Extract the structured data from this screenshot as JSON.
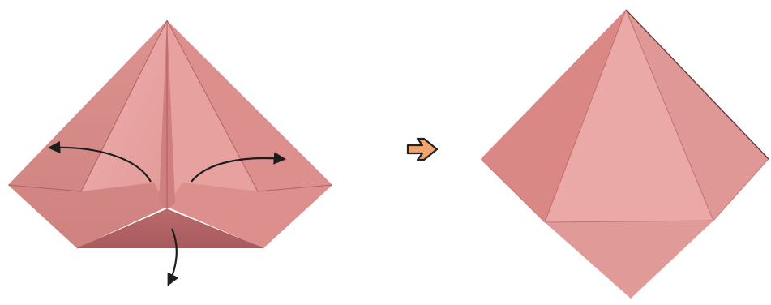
{
  "figure": {
    "left_step": {
      "name": "folded-paper-before",
      "arrows": [
        "left-curved-arrow",
        "right-curved-arrow",
        "down-curved-arrow"
      ]
    },
    "transition": {
      "icon": "right-arrow-icon"
    },
    "right_step": {
      "name": "folded-paper-result"
    }
  },
  "colors": {
    "paper_light": "#e9a3a3",
    "paper_mid": "#d98989",
    "paper_shadow": "#c97272",
    "paper_dark": "#b46161",
    "fold_line": "#a85757",
    "arrow": "#1d1d1d",
    "transition_fill": "#f3a46d",
    "transition_stroke": "#222222"
  }
}
